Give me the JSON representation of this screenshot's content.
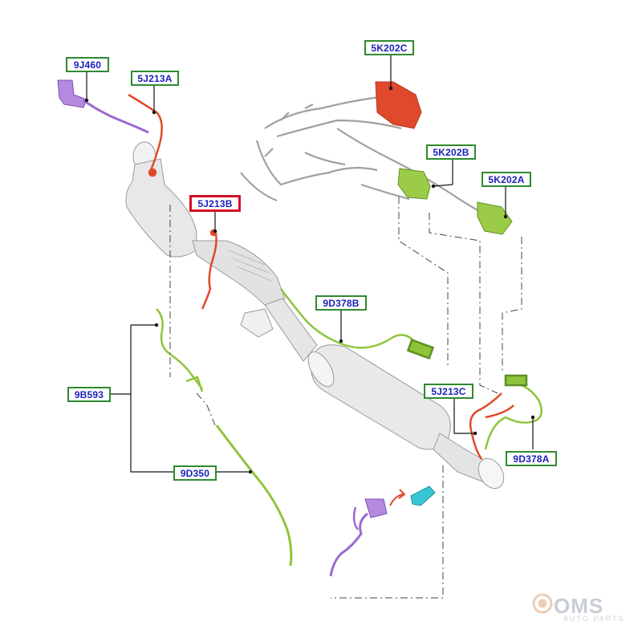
{
  "callouts": {
    "c_9J460": "9J460",
    "c_5J213A": "5J213A",
    "c_5J213B": "5J213B",
    "c_5K202C": "5K202C",
    "c_5K202B": "5K202B",
    "c_5K202A": "5K202A",
    "c_9D378B": "9D378B",
    "c_9B593": "9B593",
    "c_9D350": "9D350",
    "c_5J213C": "5J213C",
    "c_9D378A": "9D378A"
  },
  "highlighted_callout": "5J213B",
  "watermark": {
    "main": "OMS",
    "sub": "AUTO PARTS"
  },
  "colors": {
    "callout_text": "#1a22b8",
    "callout_border": "#2f8a2f",
    "highlight_border": "#d01124",
    "purple_part": "#9b6ad0",
    "red_part": "#e0492c",
    "green_part": "#8fc43a",
    "cyan_part": "#37c7d4",
    "exhaust_grey": "#e4e4e4"
  }
}
